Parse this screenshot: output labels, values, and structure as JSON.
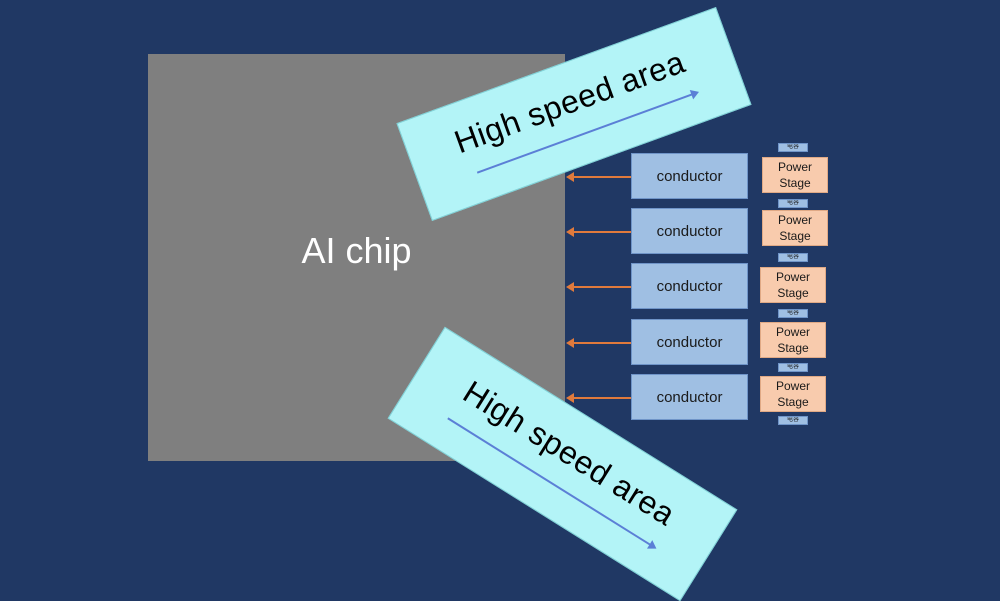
{
  "chip": {
    "label": "AI chip"
  },
  "bands": [
    {
      "label": "High speed area"
    },
    {
      "label": "High speed area"
    }
  ],
  "conductors": [
    {
      "label": "conductor"
    },
    {
      "label": "conductor"
    },
    {
      "label": "conductor"
    },
    {
      "label": "conductor"
    },
    {
      "label": "conductor"
    }
  ],
  "power_stages": [
    {
      "line1": "Power",
      "line2": "Stage"
    },
    {
      "line1": "Power",
      "line2": "Stage"
    },
    {
      "line1": "Power",
      "line2": "Stage"
    },
    {
      "line1": "Power",
      "line2": "Stage"
    },
    {
      "line1": "Power",
      "line2": "Stage"
    }
  ],
  "small_labels": [
    "电容",
    "电容",
    "电容",
    "电容",
    "电容",
    "电容"
  ],
  "colors": {
    "background": "#203864",
    "chip": "#7f7f7f",
    "high_speed_area": "#b3f4f7",
    "conductor": "#9fbfe3",
    "power_stage": "#f8cbad",
    "feed_arrow": "#e07a3c"
  }
}
